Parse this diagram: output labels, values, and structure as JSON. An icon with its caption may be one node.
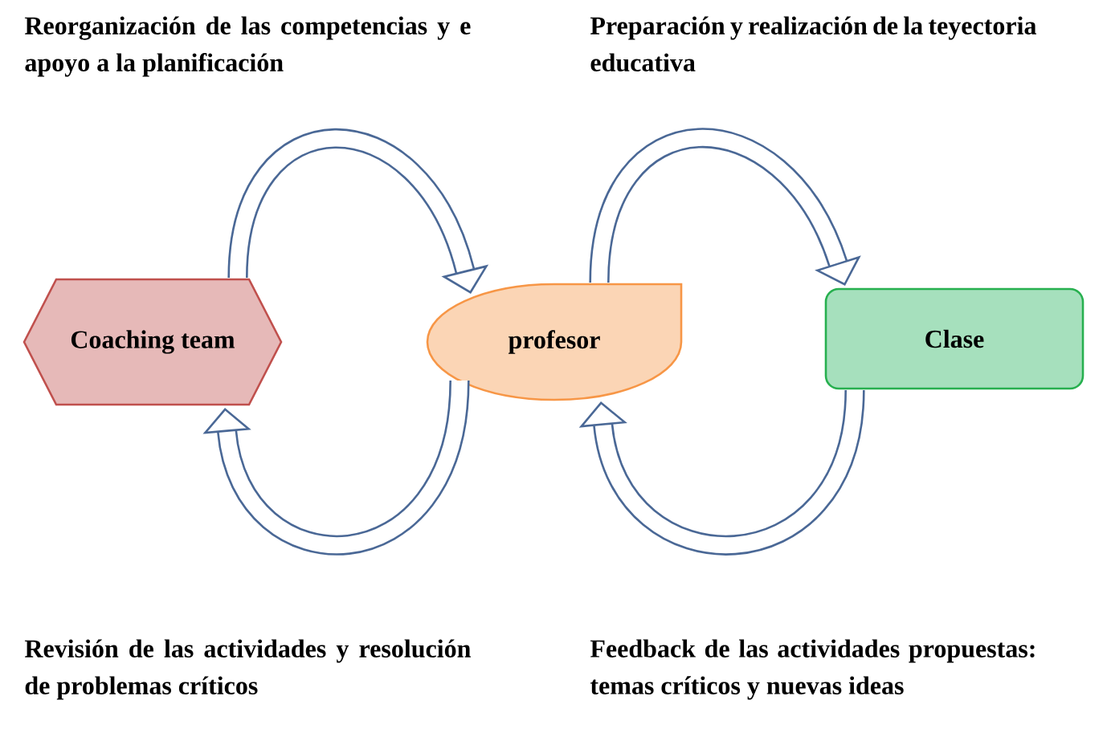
{
  "diagram": {
    "nodes": [
      {
        "text": [
          "Coaching team"
        ]
      },
      {
        "text": [
          "profesor"
        ]
      },
      {
        "text": [
          "Clase"
        ]
      }
    ],
    "edges": [
      {
        "from": 0,
        "to": 1,
        "arrow": "to",
        "label": "Reorganización de las competencias y e apoyo a la planificación"
      },
      {
        "from": 1,
        "to": 2,
        "arrow": "to",
        "label": "Preparación y realización de la teyectoria educativa"
      },
      {
        "from": 1,
        "to": 0,
        "arrow": "to",
        "label": "Revisión de las actividades y resolución de problemas críticos"
      },
      {
        "from": 2,
        "to": 1,
        "arrow": "to",
        "label": "Feedback de las actividades propuestas: temas críticos y nuevas ideas"
      }
    ]
  }
}
